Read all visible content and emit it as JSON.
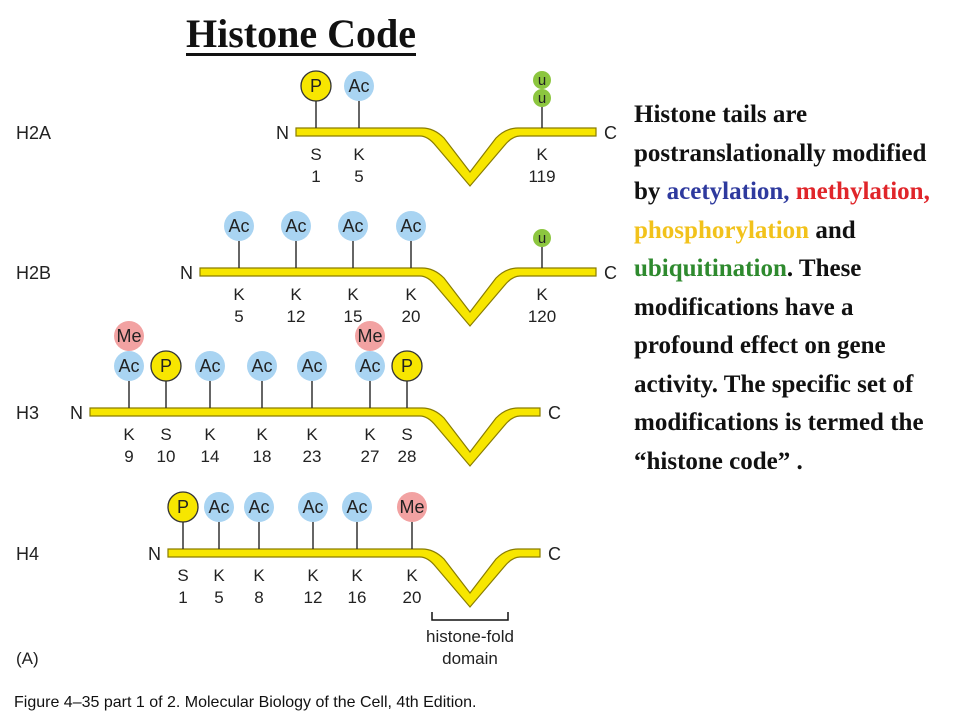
{
  "title": "Histone Code",
  "description": {
    "part1": "Histone tails are postranslationally modified by ",
    "acetylation": "acetylation,",
    "methylation": "methylation,",
    "phosphorylation": "phosphorylation",
    "and": " and ",
    "ubiquitination": "ubiquitination",
    "part2": ".  These modifications have a profound effect on gene activity.  The specific set of modifications is termed the “histone code” ."
  },
  "colors": {
    "tail": "#f7e600",
    "tail_outline": "#8a7d00",
    "ac": "#a9d4f2",
    "me": "#f2a2a2",
    "p": "#f7e600",
    "u": "#8cc63f"
  },
  "histones": [
    {
      "name": "H2A",
      "residues": [
        {
          "aa": "S",
          "pos": "1",
          "mods": [
            "P"
          ]
        },
        {
          "aa": "K",
          "pos": "5",
          "mods": [
            "Ac"
          ]
        },
        {
          "aa": "K",
          "pos": "119",
          "mods": [
            "u",
            "u"
          ]
        }
      ]
    },
    {
      "name": "H2B",
      "residues": [
        {
          "aa": "K",
          "pos": "5",
          "mods": [
            "Ac"
          ]
        },
        {
          "aa": "K",
          "pos": "12",
          "mods": [
            "Ac"
          ]
        },
        {
          "aa": "K",
          "pos": "15",
          "mods": [
            "Ac"
          ]
        },
        {
          "aa": "K",
          "pos": "20",
          "mods": [
            "Ac"
          ]
        },
        {
          "aa": "K",
          "pos": "120",
          "mods": [
            "u"
          ]
        }
      ]
    },
    {
      "name": "H3",
      "residues": [
        {
          "aa": "K",
          "pos": "9",
          "mods": [
            "Ac",
            "Me"
          ]
        },
        {
          "aa": "S",
          "pos": "10",
          "mods": [
            "P"
          ]
        },
        {
          "aa": "K",
          "pos": "14",
          "mods": [
            "Ac"
          ]
        },
        {
          "aa": "K",
          "pos": "18",
          "mods": [
            "Ac"
          ]
        },
        {
          "aa": "K",
          "pos": "23",
          "mods": [
            "Ac"
          ]
        },
        {
          "aa": "K",
          "pos": "27",
          "mods": [
            "Ac",
            "Me"
          ]
        },
        {
          "aa": "S",
          "pos": "28",
          "mods": [
            "P"
          ]
        }
      ]
    },
    {
      "name": "H4",
      "residues": [
        {
          "aa": "S",
          "pos": "1",
          "mods": [
            "P"
          ]
        },
        {
          "aa": "K",
          "pos": "5",
          "mods": [
            "Ac"
          ]
        },
        {
          "aa": "K",
          "pos": "8",
          "mods": [
            "Ac"
          ]
        },
        {
          "aa": "K",
          "pos": "12",
          "mods": [
            "Ac"
          ]
        },
        {
          "aa": "K",
          "pos": "16",
          "mods": [
            "Ac"
          ]
        },
        {
          "aa": "K",
          "pos": "20",
          "mods": [
            "Me"
          ]
        }
      ]
    }
  ],
  "terminus_n": "N",
  "terminus_c": "C",
  "fold_label_line1": "histone-fold",
  "fold_label_line2": "domain",
  "panel_label": "(A)",
  "caption": "Figure 4–35 part 1 of 2. Molecular Biology of the Cell, 4th Edition."
}
